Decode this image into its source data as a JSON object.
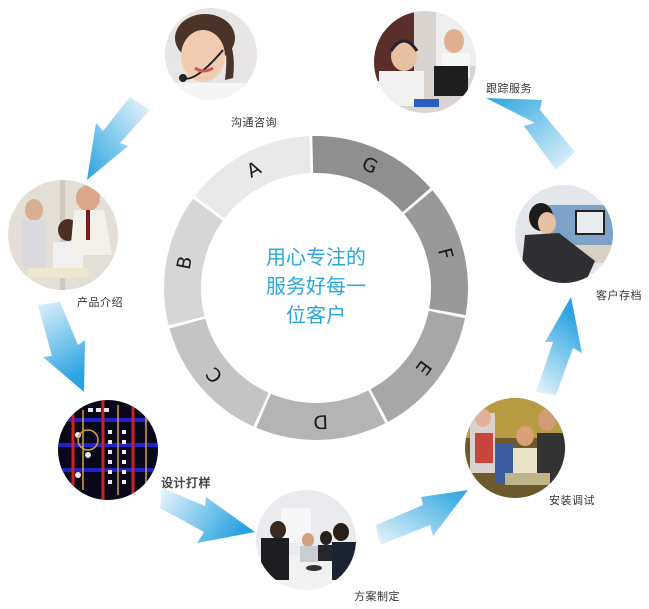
{
  "center": {
    "lines": [
      "用心专注的",
      "服务好每一",
      "位客户"
    ],
    "color": "#2aa6dc"
  },
  "ring": {
    "segments": [
      {
        "letter": "G",
        "color": "#8f8f8f"
      },
      {
        "letter": "F",
        "color": "#999999"
      },
      {
        "letter": "E",
        "color": "#a7a7a7"
      },
      {
        "letter": "D",
        "color": "#b4b4b4"
      },
      {
        "letter": "C",
        "color": "#c4c4c4"
      },
      {
        "letter": "B",
        "color": "#d6d6d6"
      },
      {
        "letter": "A",
        "color": "#e9e9e9"
      }
    ]
  },
  "steps": [
    {
      "label": "沟通咨询",
      "photo": "customer-service-headset-woman"
    },
    {
      "label": "产品介绍",
      "photo": "business-meeting-presentation"
    },
    {
      "label": "设计打样",
      "photo": "pcb-circuit-board"
    },
    {
      "label": "方案制定",
      "photo": "team-planning-meeting"
    },
    {
      "label": "安装调试",
      "photo": "installation-debugging"
    },
    {
      "label": "客户存档",
      "photo": "office-worker-computer"
    },
    {
      "label": "跟踪服务",
      "photo": "call-center-followup"
    }
  ],
  "arrow_color": "#29a3e0"
}
